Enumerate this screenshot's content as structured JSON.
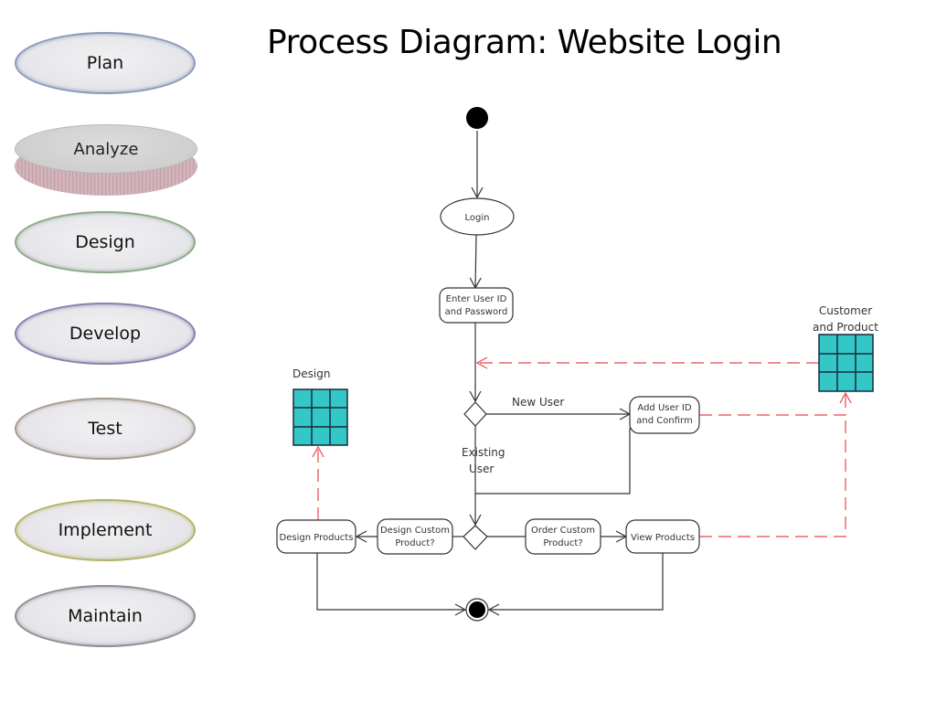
{
  "title": "Process Diagram: Website Login",
  "phases": [
    {
      "label": "Plan"
    },
    {
      "label": "Analyze",
      "active": true
    },
    {
      "label": "Design"
    },
    {
      "label": "Develop"
    },
    {
      "label": "Test"
    },
    {
      "label": "Implement"
    },
    {
      "label": "Maintain"
    }
  ],
  "diagram": {
    "nodes": {
      "login": "Login",
      "enter_credentials": [
        "Enter User ID",
        "and Password"
      ],
      "add_user": [
        "Add User ID",
        "and Confirm"
      ],
      "design_custom": [
        "Design Custom",
        "Product?"
      ],
      "order_custom": [
        "Order Custom",
        "Product?"
      ],
      "design_products": "Design Products",
      "view_products": "View Products"
    },
    "edge_labels": {
      "new_user": "New User",
      "existing_user": [
        "Existing",
        "User"
      ]
    },
    "data_stores": {
      "design": "Design",
      "customer_product": [
        "Customer",
        "and Product"
      ]
    },
    "colors": {
      "store_fill": "#33c7c7",
      "dependency_line": "#e8474f",
      "flow_line": "#333333"
    }
  }
}
